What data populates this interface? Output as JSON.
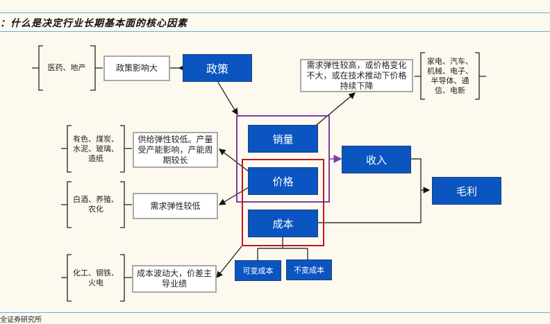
{
  "title": "：什么是决定行业长期基本面的核心因素",
  "source": "全证券研究所",
  "colors": {
    "box_blue": "#0b55c0",
    "purple_frame": "#7a3fa5",
    "red_frame": "#c4131c",
    "rule_line": "#5ab4e0"
  },
  "nodes": {
    "policy": "政策",
    "volume": "销量",
    "price": "价格",
    "cost": "成本",
    "revenue": "收入",
    "gross_profit": "毛利",
    "variable_cost": "可变成本",
    "fixed_cost": "不变成本"
  },
  "descriptions": {
    "policy": "政策影响大",
    "volume": "需求弹性较高，或价格变化不大，或在技术推动下价格持续下降",
    "supply": "供给弹性较低。产量受产能影响，产能周期较长",
    "demand": "需求弹性较低",
    "cost": "成本波动大，价差主导业绩"
  },
  "industries": {
    "policy": "医药、地产",
    "volume": "家电、汽车、机械、电子、半导体、通信、电新",
    "supply": "有色、煤炭、水泥、玻璃、造纸",
    "demand": "白酒、养殖、农化",
    "cost": "化工、钢铁、火电"
  }
}
